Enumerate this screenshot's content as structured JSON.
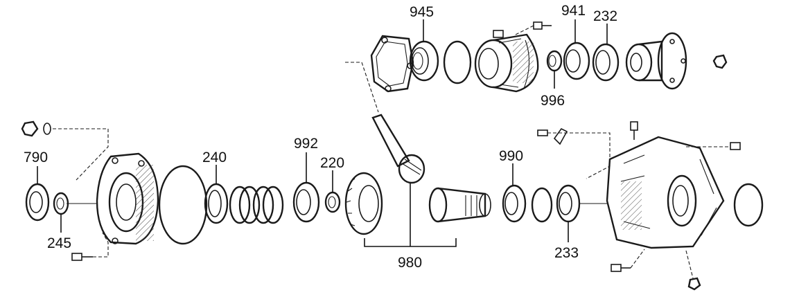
{
  "callouts": [
    {
      "id": "945",
      "text": "945"
    },
    {
      "id": "941",
      "text": "941"
    },
    {
      "id": "232",
      "text": "232"
    },
    {
      "id": "996",
      "text": "996"
    },
    {
      "id": "790",
      "text": "790"
    },
    {
      "id": "240",
      "text": "240"
    },
    {
      "id": "992",
      "text": "992"
    },
    {
      "id": "220",
      "text": "220"
    },
    {
      "id": "990",
      "text": "990"
    },
    {
      "id": "245",
      "text": "245"
    },
    {
      "id": "233",
      "text": "233"
    },
    {
      "id": "980",
      "text": "980"
    }
  ]
}
